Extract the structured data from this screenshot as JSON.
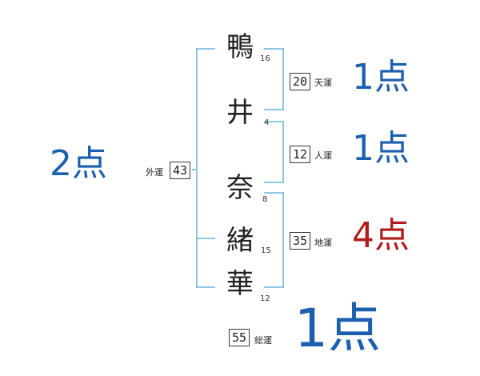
{
  "characters": [
    {
      "char": "鴨",
      "strokes": "16"
    },
    {
      "char": "井",
      "strokes": "4"
    },
    {
      "char": "奈",
      "strokes": "8"
    },
    {
      "char": "緒",
      "strokes": "15"
    },
    {
      "char": "華",
      "strokes": "12"
    }
  ],
  "fortunes": {
    "tenkaku": {
      "label": "天運",
      "value": "20",
      "score": "1点"
    },
    "jinkaku": {
      "label": "人運",
      "value": "12",
      "score": "1点"
    },
    "chikaku": {
      "label": "地運",
      "value": "35",
      "score": "4点"
    },
    "gaikaku": {
      "label": "外運",
      "value": "43",
      "score": "2点"
    },
    "soukaku": {
      "label": "総運",
      "value": "55",
      "score": "1点"
    }
  },
  "colors": {
    "blue": "#1b5fae",
    "red": "#b01c1c",
    "line": "#8ec6e0"
  }
}
